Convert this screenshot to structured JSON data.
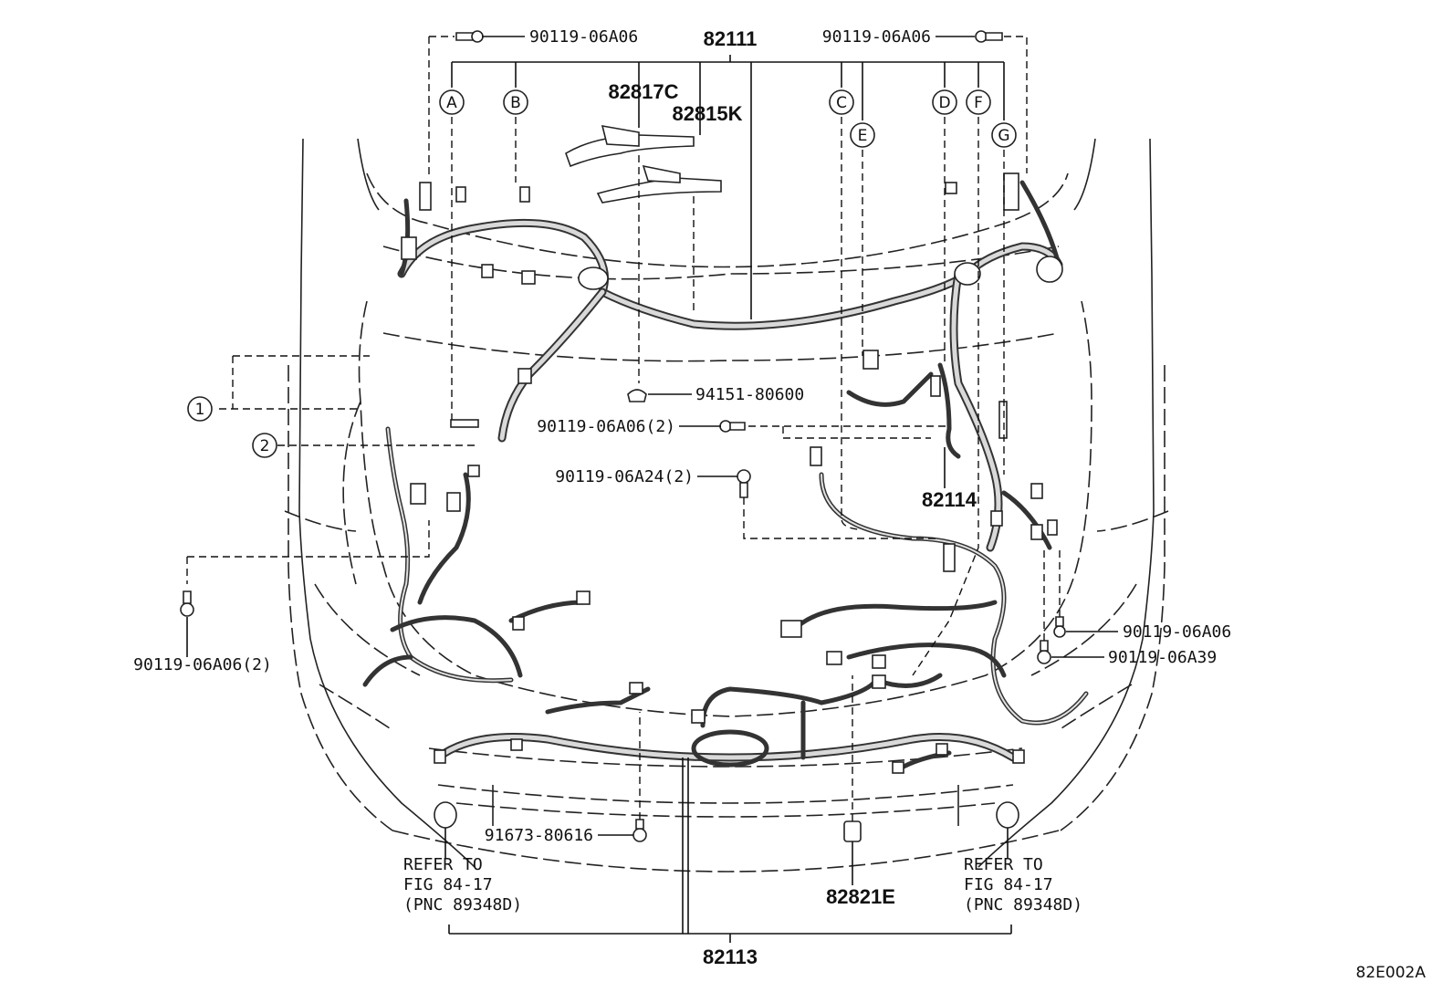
{
  "parts": {
    "harness_engine_room": "82111",
    "protector_c": "82817C",
    "protector_k": "82815K",
    "sub_harness": "82114",
    "front_harness": "82113",
    "clamp": "82821E",
    "bolt_a06_left": "90119-06A06",
    "bolt_a06_right": "90119-06A06",
    "clip_94151": "94151-80600",
    "bolt_a06_x2_center": "90119-06A06(2)",
    "bolt_a24_x2": "90119-06A24(2)",
    "bolt_a06_x2_left": "90119-06A06(2)",
    "bolt_a06_lower_right": "90119-06A06",
    "bolt_a39": "90119-06A39",
    "nut_91673": "91673-80616"
  },
  "refs": {
    "left": [
      "REFER TO",
      "FIG 84-17",
      "(PNC 89348D)"
    ],
    "right": [
      "REFER TO",
      "FIG 84-17",
      "(PNC 89348D)"
    ]
  },
  "callouts": {
    "A": "A",
    "B": "B",
    "C": "C",
    "D": "D",
    "E": "E",
    "F": "F",
    "G": "G",
    "one": "1",
    "two": "2"
  },
  "figure_code": "82E002A"
}
